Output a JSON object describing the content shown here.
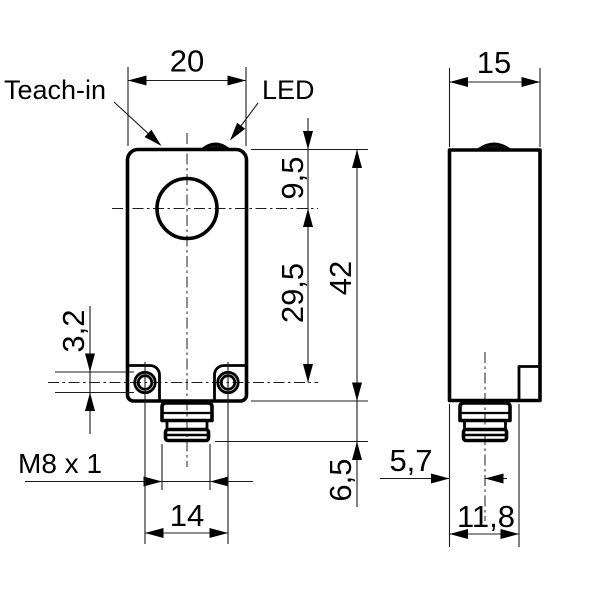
{
  "drawing": {
    "front_view": {
      "labels": {
        "teach_in": "Teach-in",
        "led": "LED",
        "thread": "M8 x 1"
      },
      "dims": {
        "body_width": "20",
        "top_to_center": "9,5",
        "center_to_hole": "29,5",
        "body_height": "42",
        "hole_diameter": "3,2",
        "hole_spacing": "14",
        "connector_length": "6,5"
      }
    },
    "side_view": {
      "dims": {
        "body_depth": "15",
        "connector_axis_offset": "5,7",
        "face_to_step": "11,8"
      }
    },
    "colors": {
      "line": "#000000",
      "background": "#ffffff"
    }
  }
}
